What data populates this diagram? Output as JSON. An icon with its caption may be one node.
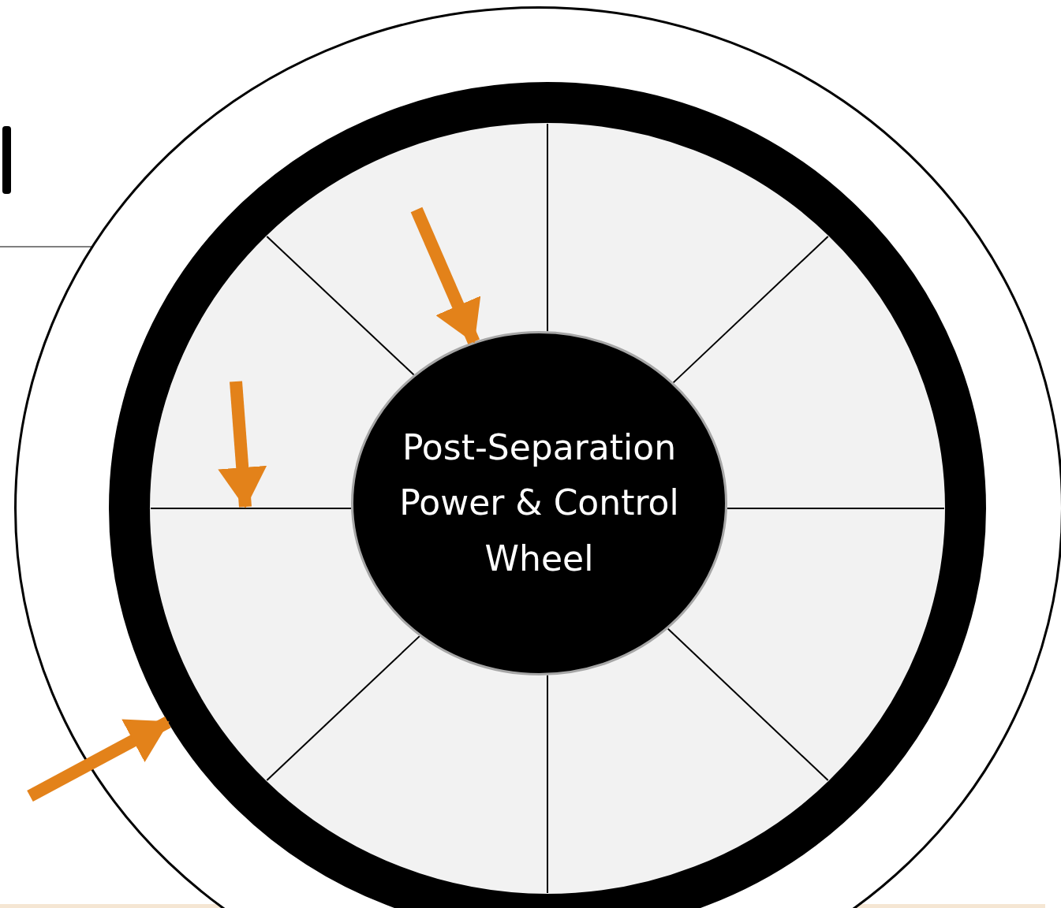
{
  "diagram": {
    "nodes": [
      {
        "text": [],
        "shape": "circle"
      },
      {
        "text": [],
        "shape": "circle",
        "in": 0
      },
      {
        "text": [
          "Post-Separation Power & Control Wheel"
        ],
        "in": 1
      }
    ],
    "edges": [
      {
        "from": null,
        "to": 2,
        "arrow": "to"
      },
      {
        "from": null,
        "to": 1,
        "arrow": "to"
      }
    ]
  }
}
